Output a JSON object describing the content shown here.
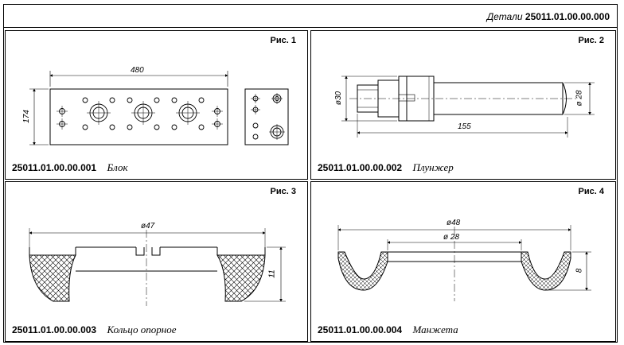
{
  "header": {
    "series": "Детали",
    "code": "25011.01.00.00.000"
  },
  "panels": [
    {
      "figure": "Рис. 1",
      "code": "25011.01.00.00.001",
      "name": "Блок",
      "dims": {
        "length": "480",
        "height": "174"
      }
    },
    {
      "figure": "Рис. 2",
      "code": "25011.01.00.00.002",
      "name": "Плунжер",
      "dims": {
        "dia_a": "ø30",
        "dia_b": "ø 28",
        "length": "155"
      }
    },
    {
      "figure": "Рис. 3",
      "code": "25011.01.00.00.003",
      "name": "Кольцо опорное",
      "dims": {
        "dia": "ø47",
        "height": "11"
      }
    },
    {
      "figure": "Рис. 4",
      "code": "25011.01.00.00.004",
      "name": "Манжета",
      "dims": {
        "dia_outer": "ø48",
        "dia_inner": "ø 28",
        "height": "8"
      }
    }
  ]
}
